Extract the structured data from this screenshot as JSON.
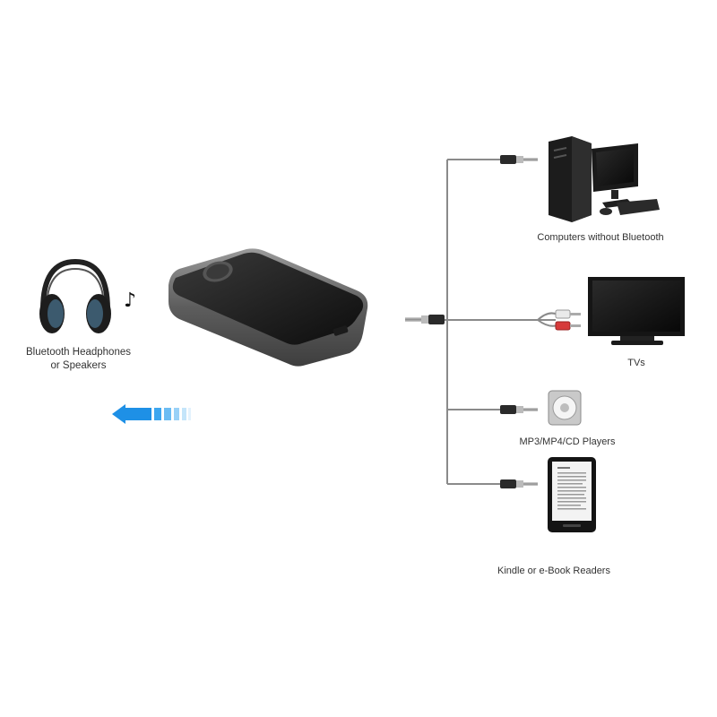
{
  "labels": {
    "headphones": [
      "Bluetooth Headphones",
      "or Speakers"
    ],
    "computers": "Computers without Bluetooth",
    "tvs": "TVs",
    "mp3": "MP3/MP4/CD Players",
    "kindle": "Kindle or e-Book Readers"
  },
  "icons": {
    "music_note": "♪"
  },
  "colors": {
    "cable": "#8a8a8a",
    "arrow": "#1e90e6",
    "device_body": "#1a1a1a",
    "device_rim": "#6f6f6f"
  }
}
